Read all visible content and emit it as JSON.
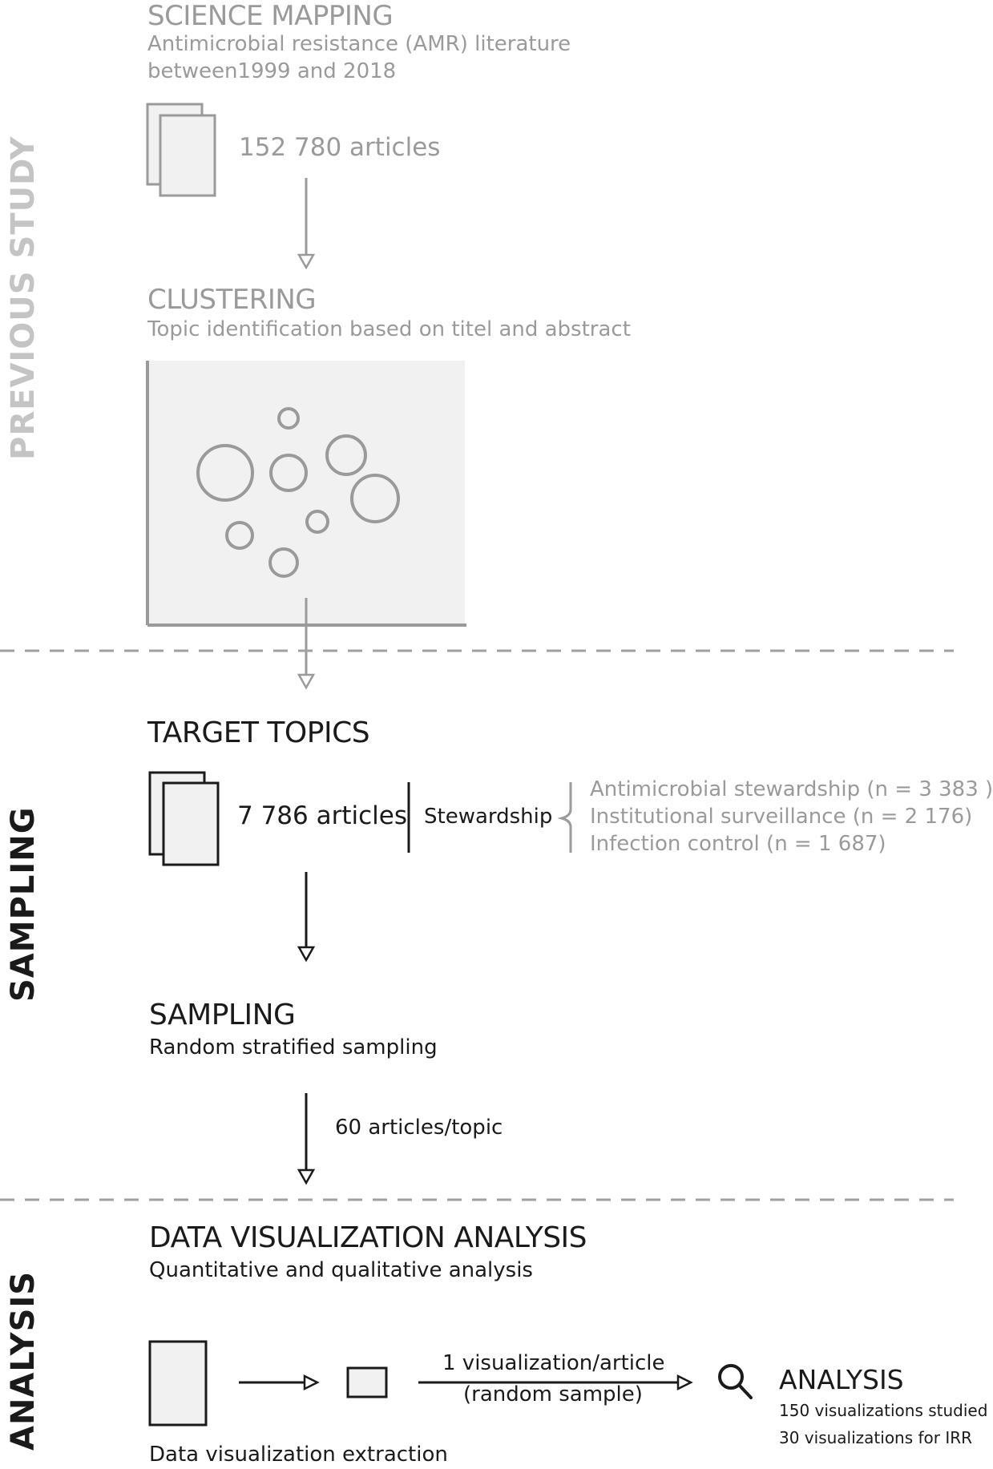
{
  "sections": {
    "previous_study": "PREVIOUS STUDY",
    "sampling": "SAMPLING",
    "analysis": "ANALYSIS"
  },
  "science_mapping": {
    "title": "SCIENCE MAPPING",
    "line1": "Antimicrobial resistance (AMR) literature",
    "line2": "between1999 and 2018",
    "articles": "152 780 articles"
  },
  "clustering": {
    "title": "CLUSTERING",
    "subtitle": "Topic identification based on titel and abstract"
  },
  "target_topics": {
    "title": "TARGET TOPICS",
    "articles": "7 786 articles",
    "category": "Stewardship",
    "topics": [
      "Antimicrobial stewardship (n = 3 383 )",
      "Institutional surveillance (n = 2 176)",
      "Infection control (n = 1 687)"
    ]
  },
  "sampling_step": {
    "title": "SAMPLING",
    "subtitle": "Random stratified sampling",
    "per_topic": "60 articles/topic"
  },
  "dva": {
    "title": "DATA VISUALIZATION ANALYSIS",
    "subtitle": "Quantitative and qualitative analysis",
    "extraction": "Data visualization extraction",
    "arrow_label_1": "1 visualization/article",
    "arrow_label_2": "(random sample)",
    "analysis_title": "ANALYSIS",
    "studied": "150 visualizations studied",
    "irr": "30 visualizations for IRR"
  },
  "colors": {
    "grey_text": "#9a9a9a",
    "dark_text": "#1a1a1a",
    "panel_fill": "#f0f1f0",
    "dash_line": "#a0a0a0"
  }
}
